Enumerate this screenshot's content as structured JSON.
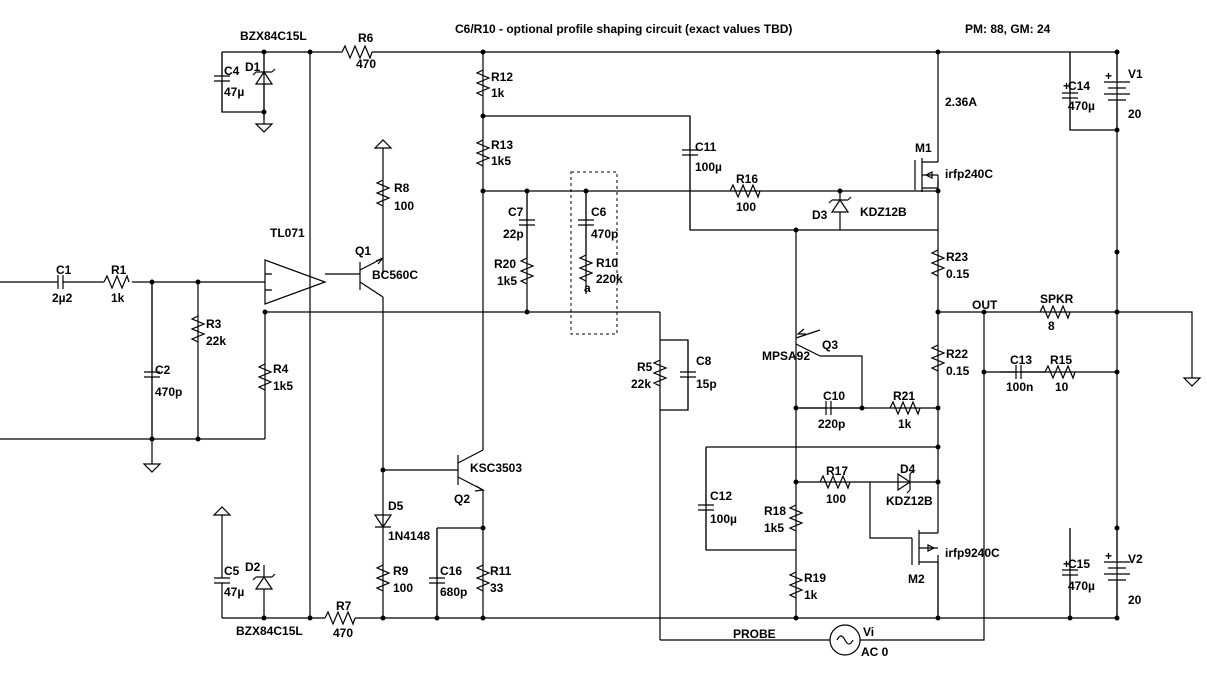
{
  "header": {
    "note": "C6/R10 - optional profile shaping circuit (exact values  TBD)",
    "margins": "PM: 88, GM: 24"
  },
  "components": [
    {
      "id": "BZX84C15L_top",
      "ref": "BZX84C15L",
      "value": ""
    },
    {
      "id": "R6",
      "ref": "R6",
      "value": "470"
    },
    {
      "id": "C4",
      "ref": "C4",
      "value": "47µ"
    },
    {
      "id": "D1",
      "ref": "D1",
      "value": ""
    },
    {
      "id": "R12",
      "ref": "R12",
      "value": "1k"
    },
    {
      "id": "R13",
      "ref": "R13",
      "value": "1k5"
    },
    {
      "id": "R8",
      "ref": "R8",
      "value": "100"
    },
    {
      "id": "C11",
      "ref": "C11",
      "value": "100µ"
    },
    {
      "id": "R16",
      "ref": "R16",
      "value": "100"
    },
    {
      "id": "D3",
      "ref": "D3",
      "value": "KDZ12B"
    },
    {
      "id": "M1",
      "ref": "M1",
      "value": "irfp240C"
    },
    {
      "id": "C14",
      "ref": "C14",
      "value": "470µ"
    },
    {
      "id": "V1",
      "ref": "V1",
      "value": "20"
    },
    {
      "id": "C7",
      "ref": "C7",
      "value": "22p"
    },
    {
      "id": "C6",
      "ref": "C6",
      "value": "470p"
    },
    {
      "id": "R20",
      "ref": "R20",
      "value": "1k5"
    },
    {
      "id": "R10",
      "ref": "R10",
      "value": "220k"
    },
    {
      "id": "Q1",
      "ref": "Q1",
      "value": "BC560C"
    },
    {
      "id": "U1",
      "ref": "TL071",
      "value": ""
    },
    {
      "id": "C1",
      "ref": "C1",
      "value": "2µ2"
    },
    {
      "id": "R1",
      "ref": "R1",
      "value": "1k"
    },
    {
      "id": "R3",
      "ref": "R3",
      "value": "22k"
    },
    {
      "id": "C2",
      "ref": "C2",
      "value": "470p"
    },
    {
      "id": "R4",
      "ref": "R4",
      "value": "1k5"
    },
    {
      "id": "R23",
      "ref": "R23",
      "value": "0.15"
    },
    {
      "id": "SPKR",
      "ref": "SPKR",
      "value": "8"
    },
    {
      "id": "R5",
      "ref": "R5",
      "value": "22k"
    },
    {
      "id": "C8",
      "ref": "C8",
      "value": "15p"
    },
    {
      "id": "Q3",
      "ref": "Q3",
      "value": "MPSA92"
    },
    {
      "id": "R22",
      "ref": "R22",
      "value": "0.15"
    },
    {
      "id": "C13",
      "ref": "C13",
      "value": "100n"
    },
    {
      "id": "R15",
      "ref": "R15",
      "value": "10"
    },
    {
      "id": "C10",
      "ref": "C10",
      "value": "220p"
    },
    {
      "id": "R21",
      "ref": "R21",
      "value": "1k"
    },
    {
      "id": "Q2",
      "ref": "Q2",
      "value": "KSC3503"
    },
    {
      "id": "R17",
      "ref": "R17",
      "value": "100"
    },
    {
      "id": "D4",
      "ref": "D4",
      "value": "KDZ12B"
    },
    {
      "id": "C12",
      "ref": "C12",
      "value": "100µ"
    },
    {
      "id": "R18",
      "ref": "R18",
      "value": "1k5"
    },
    {
      "id": "D5",
      "ref": "D5",
      "value": "1N4148"
    },
    {
      "id": "M2",
      "ref": "M2",
      "value": "irfp9240C"
    },
    {
      "id": "C5",
      "ref": "C5",
      "value": "47µ"
    },
    {
      "id": "D2",
      "ref": "D2",
      "value": ""
    },
    {
      "id": "R9",
      "ref": "R9",
      "value": "100"
    },
    {
      "id": "C16",
      "ref": "C16",
      "value": "680p"
    },
    {
      "id": "R11",
      "ref": "R11",
      "value": "33"
    },
    {
      "id": "R19",
      "ref": "R19",
      "value": "1k"
    },
    {
      "id": "C15",
      "ref": "C15",
      "value": "470µ"
    },
    {
      "id": "V2",
      "ref": "V2",
      "value": "20"
    },
    {
      "id": "R7",
      "ref": "R7",
      "value": "470"
    },
    {
      "id": "BZX84C15L_bot",
      "ref": "BZX84C15L",
      "value": ""
    },
    {
      "id": "Vi",
      "ref": "Vi",
      "value": "AC 0"
    }
  ],
  "nets": {
    "out": "OUT",
    "probe": "PROBE",
    "m1_current": "2.36A"
  },
  "polarity": "+",
  "pin_a": "a"
}
